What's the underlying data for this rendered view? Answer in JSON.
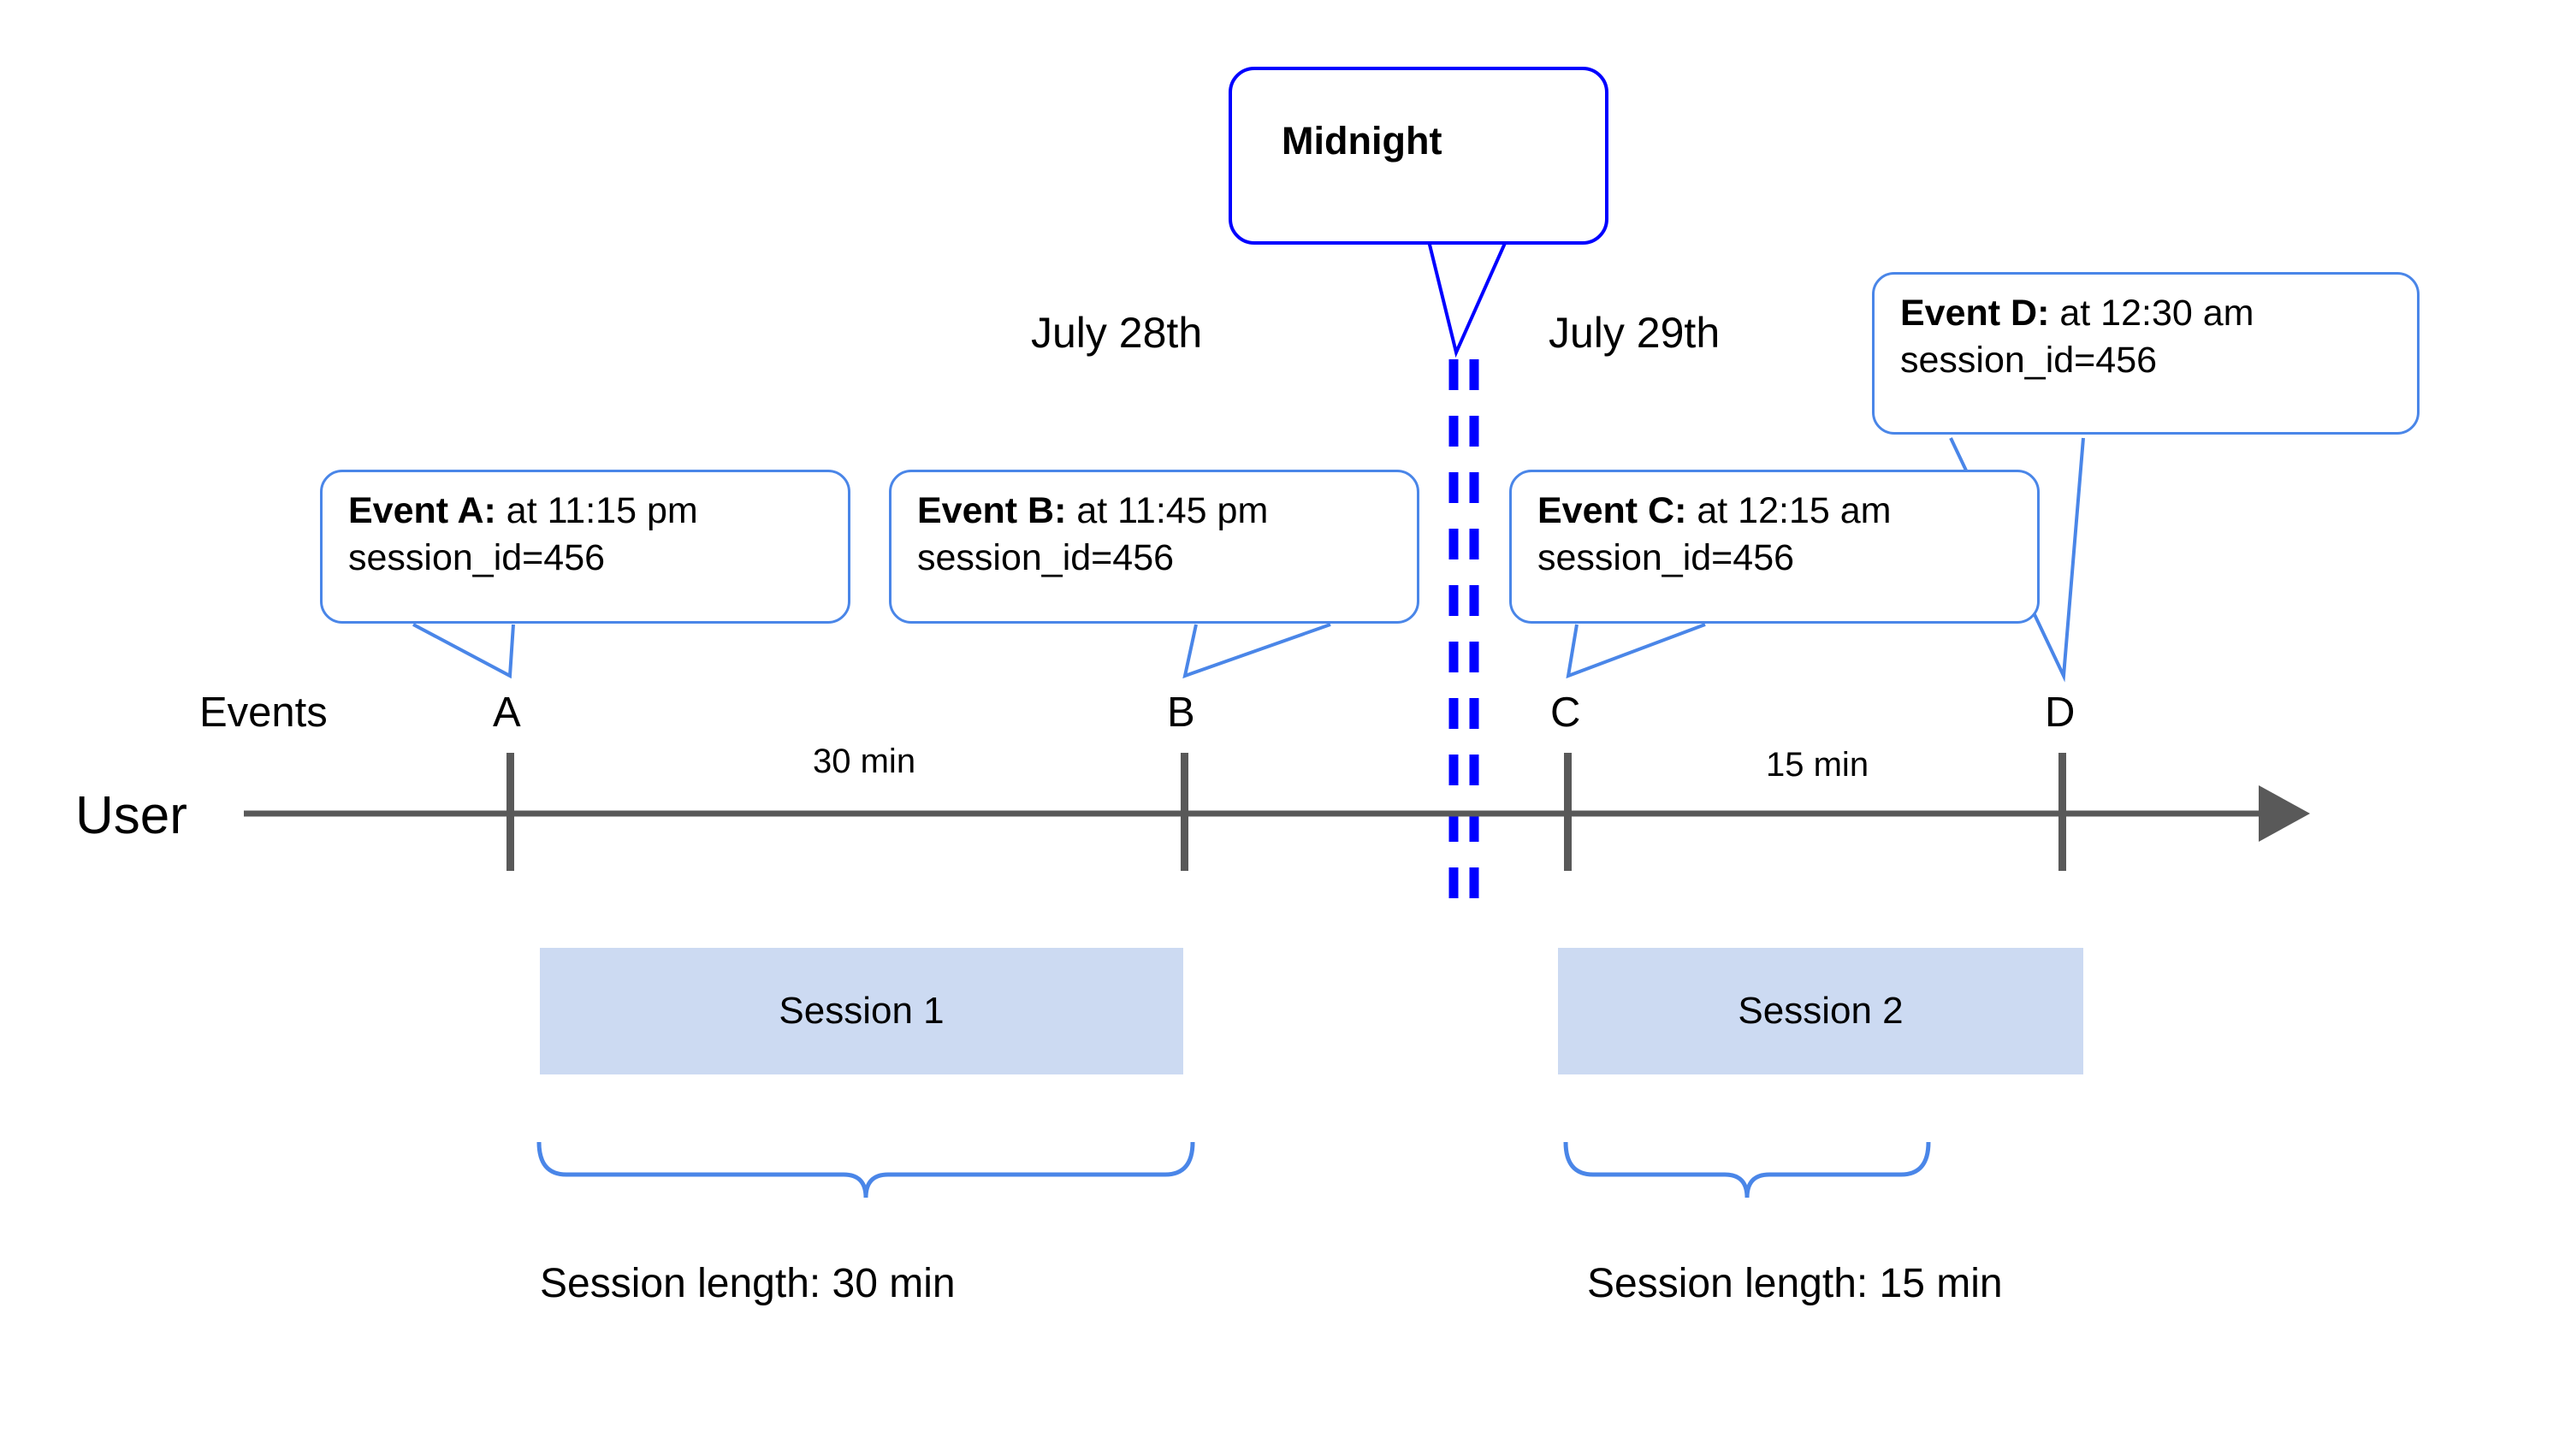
{
  "diagram": {
    "title_annotation": "Midnight",
    "lane_labels": {
      "events": "Events",
      "user": "User"
    },
    "date_labels": [
      {
        "id": "day-1",
        "text": "July 28th"
      },
      {
        "id": "day-2",
        "text": "July 29th"
      }
    ],
    "midnight_marker": {
      "label": "Midnight",
      "color": "#0000ff",
      "style": "double-dashed-vertical"
    },
    "events": [
      {
        "id": "A",
        "marker_label": "A",
        "title": "Event A:",
        "detail": " at 11:15 pm",
        "line2": "session_id=456",
        "time": "11:15 pm",
        "session_id": "456"
      },
      {
        "id": "B",
        "marker_label": "B",
        "title": "Event B:",
        "detail": " at 11:45 pm",
        "line2": "session_id=456",
        "time": "11:45 pm",
        "session_id": "456"
      },
      {
        "id": "C",
        "marker_label": "C",
        "title": "Event C:",
        "detail": " at 12:15 am",
        "line2": "session_id=456",
        "time": "12:15 am",
        "session_id": "456"
      },
      {
        "id": "D",
        "marker_label": "D",
        "title": "Event D:",
        "detail": " at 12:30 am",
        "line2": "session_id=456",
        "time": "12:30 am",
        "session_id": "456"
      }
    ],
    "gap_labels": [
      {
        "id": "gap-ab",
        "text": "30 min"
      },
      {
        "id": "gap-cd",
        "text": "15 min"
      }
    ],
    "sessions": [
      {
        "id": "session-1",
        "label": "Session 1",
        "length_label": "Session length: 30 min",
        "fill": "#ccdaf2"
      },
      {
        "id": "session-2",
        "label": "Session 2",
        "length_label": "Session length: 15 min",
        "fill": "#ccdaf2"
      }
    ],
    "colors": {
      "callout_border": "#4a86e8",
      "midnight_border": "#0000ff",
      "axis": "#595959",
      "session_fill": "#ccdaf2",
      "brace": "#4a86e8"
    }
  }
}
